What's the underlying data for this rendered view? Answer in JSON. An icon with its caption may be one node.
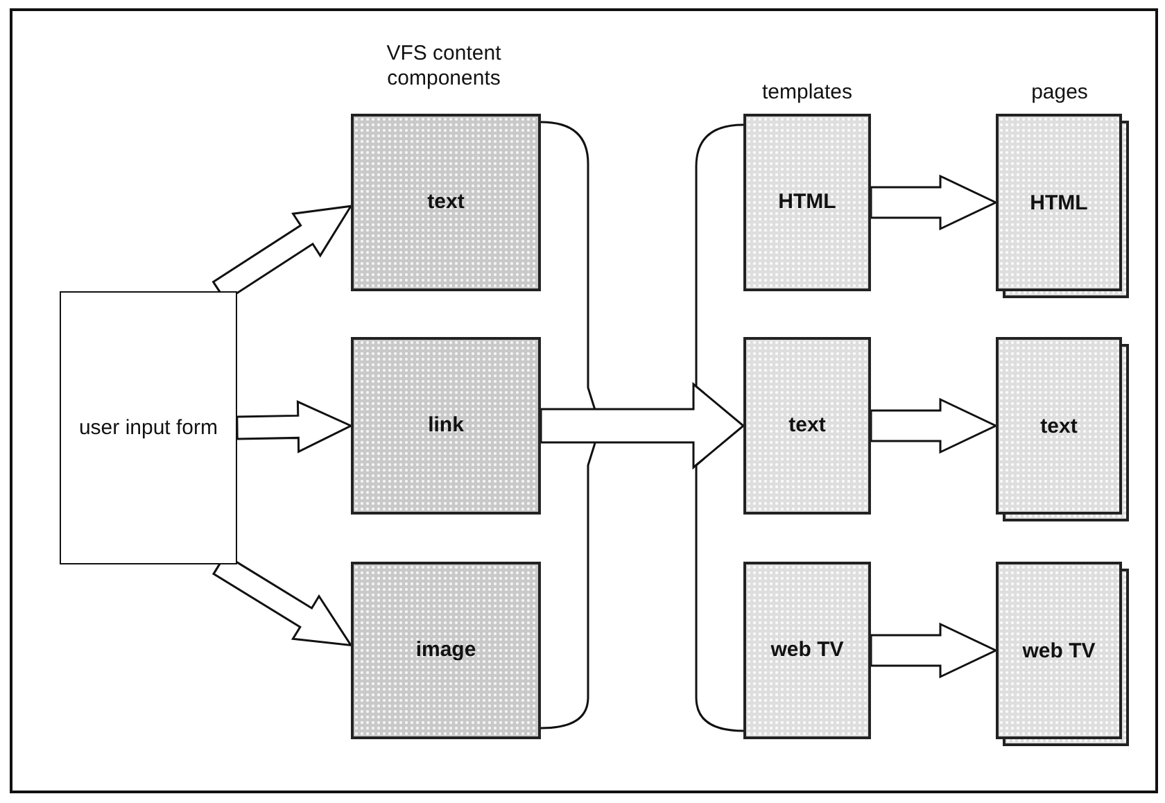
{
  "diagram": {
    "nodes": [
      {
        "text": [
          "user input form"
        ]
      },
      {
        "text": [
          "text"
        ]
      },
      {
        "text": [
          "link"
        ]
      },
      {
        "text": [
          "image"
        ]
      },
      {
        "text": [
          "HTML"
        ]
      },
      {
        "text": [
          "text"
        ]
      },
      {
        "text": [
          "web TV"
        ]
      },
      {
        "text": [
          "HTML"
        ]
      },
      {
        "text": [
          "text"
        ]
      },
      {
        "text": [
          "web TV"
        ]
      }
    ],
    "edges": [
      {
        "from": 0,
        "to": 1,
        "arrow": "to"
      },
      {
        "from": 0,
        "to": 2,
        "arrow": "to"
      },
      {
        "from": 0,
        "to": 3,
        "arrow": "to"
      },
      {
        "from": 2,
        "to": 5,
        "arrow": "to"
      },
      {
        "from": 4,
        "to": 7,
        "arrow": "to"
      },
      {
        "from": 5,
        "to": 8,
        "arrow": "to"
      },
      {
        "from": 6,
        "to": 9,
        "arrow": "to"
      }
    ],
    "labels": [
      "VFS content components",
      "templates",
      "pages"
    ]
  }
}
